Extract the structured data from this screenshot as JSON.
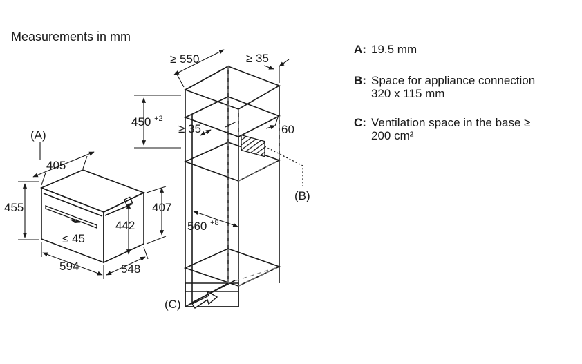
{
  "header": {
    "title": "Measurements in mm"
  },
  "appliance_dims": {
    "label_a": "(A)",
    "depth_top": "405",
    "height_total": "455",
    "height_inner": "442",
    "height_side": "407",
    "handle_gap": "≤ 45",
    "width": "594",
    "depth": "548"
  },
  "cabinet_dims": {
    "min_depth": "≥ 550",
    "min_gap": "≥ 35",
    "niche_height": "450",
    "niche_height_tol": "+2",
    "inner_gap": "≥ 35",
    "side_height": "60",
    "niche_width": "560",
    "niche_width_tol": "+8",
    "label_b": "(B)",
    "label_c": "(C)"
  },
  "legend": [
    {
      "key": "A:",
      "lines": [
        "19.5 mm"
      ]
    },
    {
      "key": "B:",
      "lines": [
        "Space for appliance connection",
        "320 x 115 mm"
      ]
    },
    {
      "key": "C:",
      "lines": [
        "Ventilation space in the base ≥",
        "200 cm²"
      ]
    }
  ],
  "colors": {
    "stroke": "#1a1a1a",
    "dashed": "#7a7a7a",
    "text": "#1a1a1a"
  }
}
